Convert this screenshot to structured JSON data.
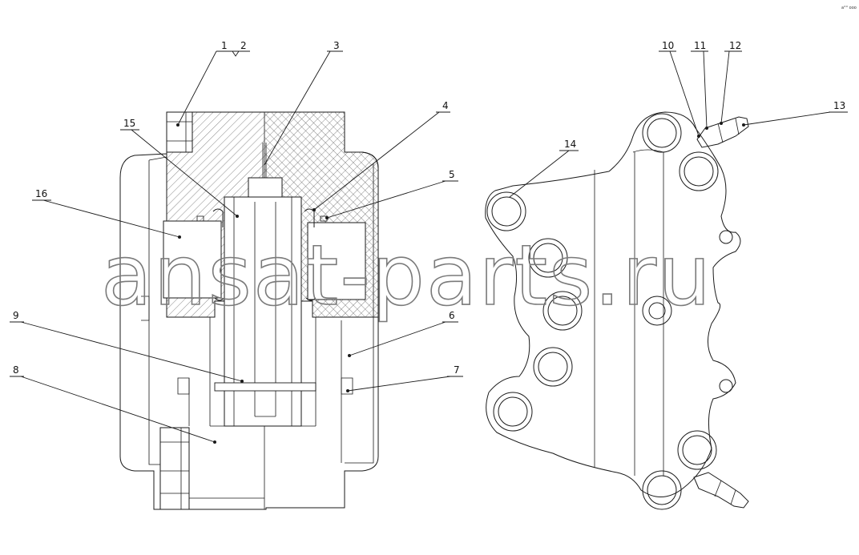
{
  "corner_text": "a°° ooo",
  "watermark": "ansat-parts.ru",
  "callouts": [
    {
      "label": "1"
    },
    {
      "label": "2"
    },
    {
      "label": "3"
    },
    {
      "label": "4"
    },
    {
      "label": "5"
    },
    {
      "label": "6"
    },
    {
      "label": "7"
    },
    {
      "label": "8"
    },
    {
      "label": "9"
    },
    {
      "label": "10"
    },
    {
      "label": "11"
    },
    {
      "label": "12"
    },
    {
      "label": "13"
    },
    {
      "label": "14"
    },
    {
      "label": "15"
    },
    {
      "label": "16"
    }
  ]
}
